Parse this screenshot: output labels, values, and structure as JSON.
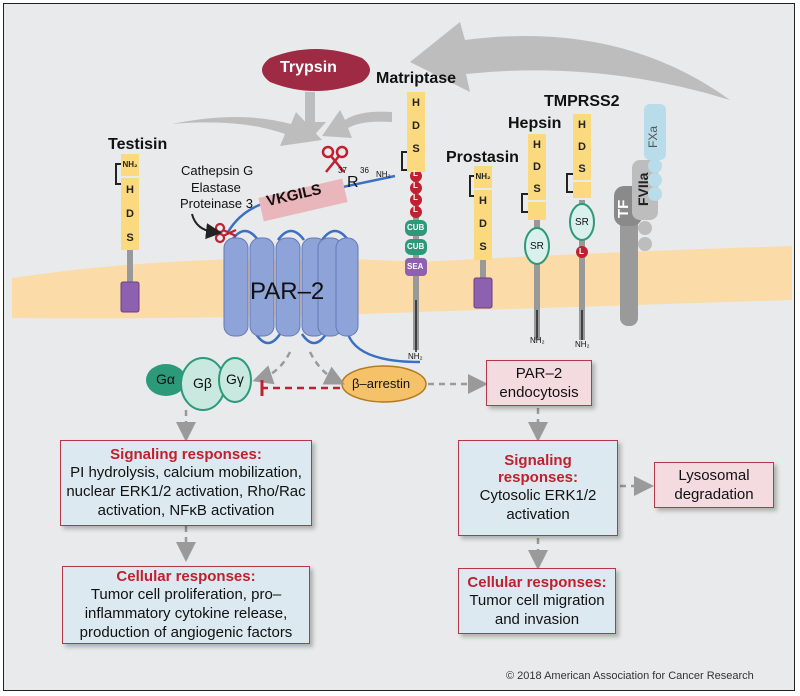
{
  "proteases": {
    "trypsin": "Trypsin",
    "matriptase": "Matriptase",
    "testisin": "Testisin",
    "hepsin": "Hepsin",
    "tmprss2": "TMPRSS2",
    "prostasin": "Prostasin",
    "cathepsin_g": "Cathepsin G",
    "elastase": "Elastase",
    "proteinase_3": "Proteinase 3",
    "tf": "TF",
    "fviia": "FVIIa",
    "fxa": "FXa"
  },
  "par2": {
    "label": "PAR–2",
    "peptide": "VKGILS",
    "residue_r": "R",
    "pos_37": "37",
    "pos_36": "36",
    "nh2": "NH₂"
  },
  "domains": {
    "h": "H",
    "d": "D",
    "s": "S",
    "l": "L",
    "cub": "CUB",
    "sea": "SEA",
    "sr": "SR",
    "nh2": "NH₂"
  },
  "gprotein": {
    "alpha": "Gα",
    "beta": "Gβ",
    "gamma": "Gγ"
  },
  "arrestin": "β–arrestin",
  "endocytosis": {
    "line1": "PAR–2",
    "line2": "endocytosis"
  },
  "left_signaling": {
    "title": "Signaling responses:",
    "line1": "PI hydrolysis, calcium mobilization,",
    "line2": "nuclear ERK1/2 activation, Rho/Rac",
    "line3": "activation, NFκB activation"
  },
  "left_cellular": {
    "title": "Cellular responses:",
    "line1": "Tumor cell proliferation, pro–",
    "line2": "inflammatory cytokine release,",
    "line3": "production of angiogenic factors"
  },
  "right_signaling": {
    "title1": "Signaling",
    "title2": "responses:",
    "line1": "Cytosolic ERK1/2",
    "line2": "activation"
  },
  "lysosomal": {
    "line1": "Lysosomal",
    "line2": "degradation"
  },
  "right_cellular": {
    "title": "Cellular responses:",
    "line1": "Tumor cell migration",
    "line2": "and invasion"
  },
  "copyright": "© 2018 American Association for Cancer Research",
  "colors": {
    "membrane": "#fbdca8",
    "receptor": "#8ea3d8",
    "domain_yellow": "#fbd97e",
    "domain_red": "#c0202f",
    "cub_green": "#2c9a78",
    "sea_purple": "#8e60b0",
    "accent_red": "#c0202f",
    "arrow_gray": "#bdbdbd"
  }
}
